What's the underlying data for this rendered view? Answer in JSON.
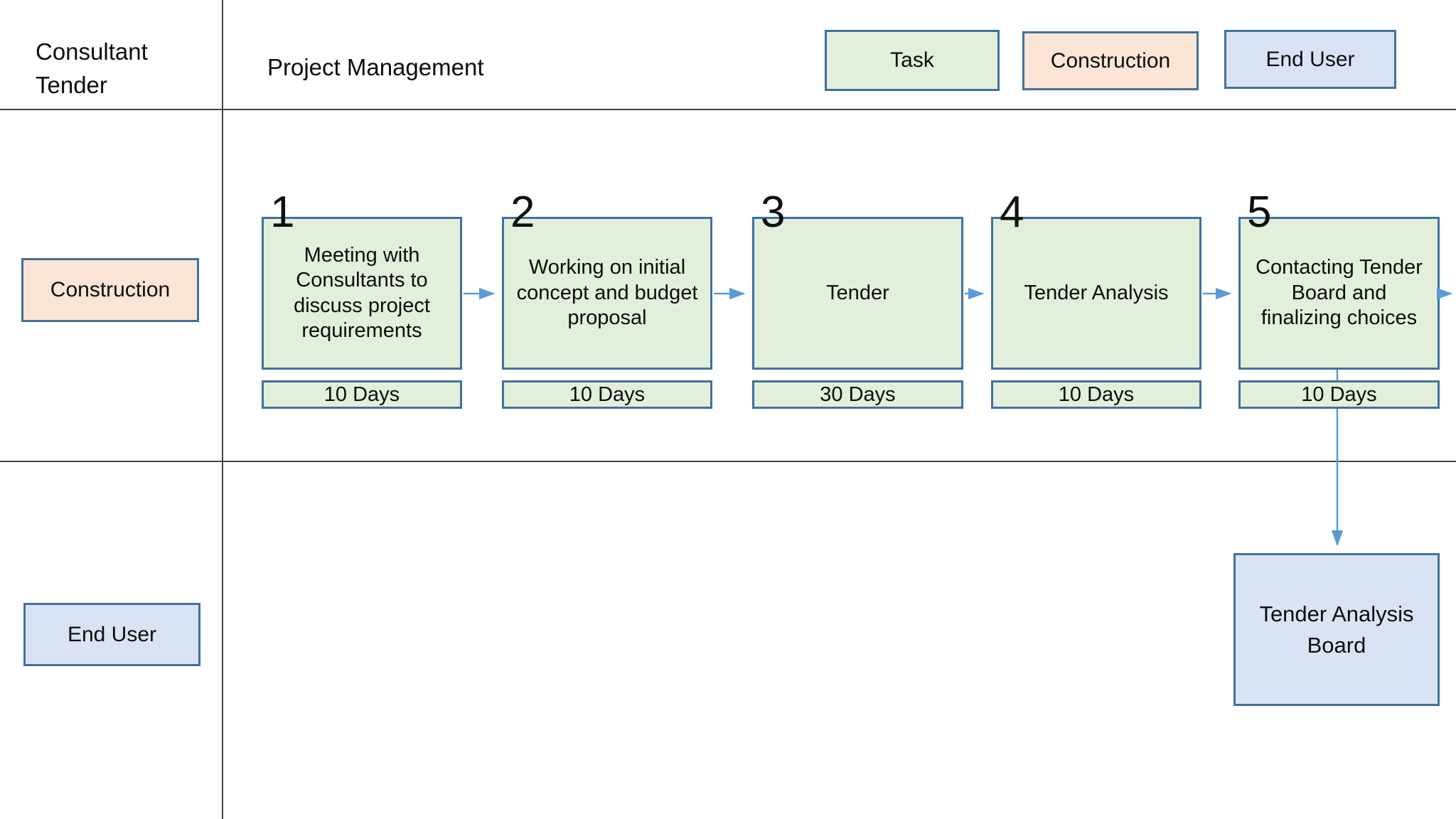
{
  "header": {
    "row_label": "Consultant Tender",
    "title": "Project Management",
    "legend": [
      {
        "label": "Task"
      },
      {
        "label": "Construction"
      },
      {
        "label": "End User"
      }
    ]
  },
  "lanes": [
    {
      "label": "Construction"
    },
    {
      "label": "End User"
    }
  ],
  "steps": [
    {
      "number": "1",
      "label": "Meeting with Consultants to discuss project requirements",
      "duration": "10 Days"
    },
    {
      "number": "2",
      "label": "Working on initial concept and budget proposal",
      "duration": "10 Days"
    },
    {
      "number": "3",
      "label": "Tender",
      "duration": "30 Days"
    },
    {
      "number": "4",
      "label": "Tender Analysis",
      "duration": "10 Days"
    },
    {
      "number": "5",
      "label": "Contacting Tender Board and finalizing choices",
      "duration": "10 Days"
    }
  ],
  "end_node": {
    "label": "Tender Analysis Board"
  },
  "colors": {
    "task_fill": "#e2efda",
    "construction_fill": "#fbe5d6",
    "end_user_fill": "#dae3f3",
    "box_border": "#41719c",
    "arrow": "#5b9bd5",
    "lane_line": "#454545"
  }
}
